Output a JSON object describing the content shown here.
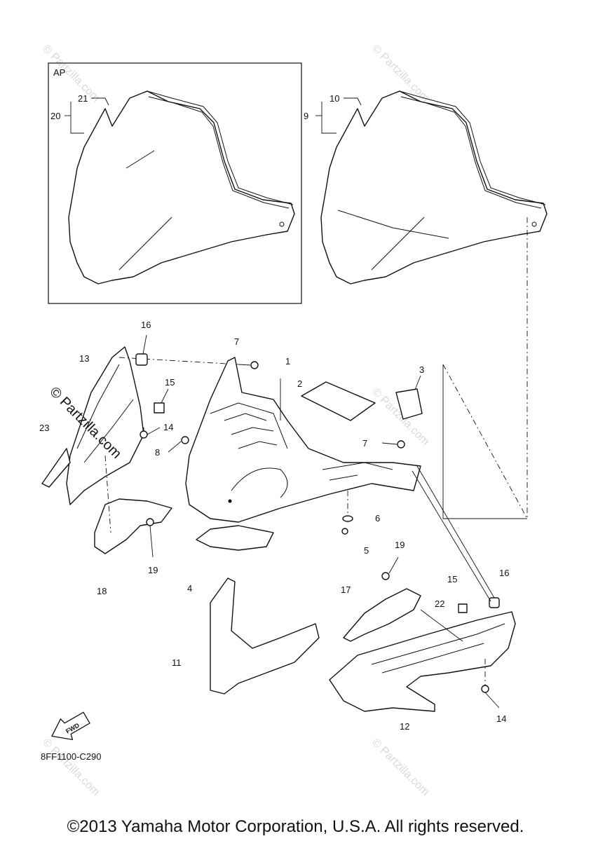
{
  "inset_label": "AP",
  "diagram_code": "8FF1100-C290",
  "fwd_label": "FWD",
  "watermark": "© Partzilla.com",
  "copyright": "©2013 Yamaha Motor Corporation, U.S.A. All rights reserved.",
  "callouts": [
    "1",
    "2",
    "3",
    "4",
    "5",
    "6",
    "7",
    "7",
    "8",
    "9",
    "10",
    "11",
    "12",
    "13",
    "14",
    "14",
    "15",
    "15",
    "16",
    "16",
    "17",
    "18",
    "19",
    "19",
    "20",
    "21",
    "22",
    "23"
  ]
}
